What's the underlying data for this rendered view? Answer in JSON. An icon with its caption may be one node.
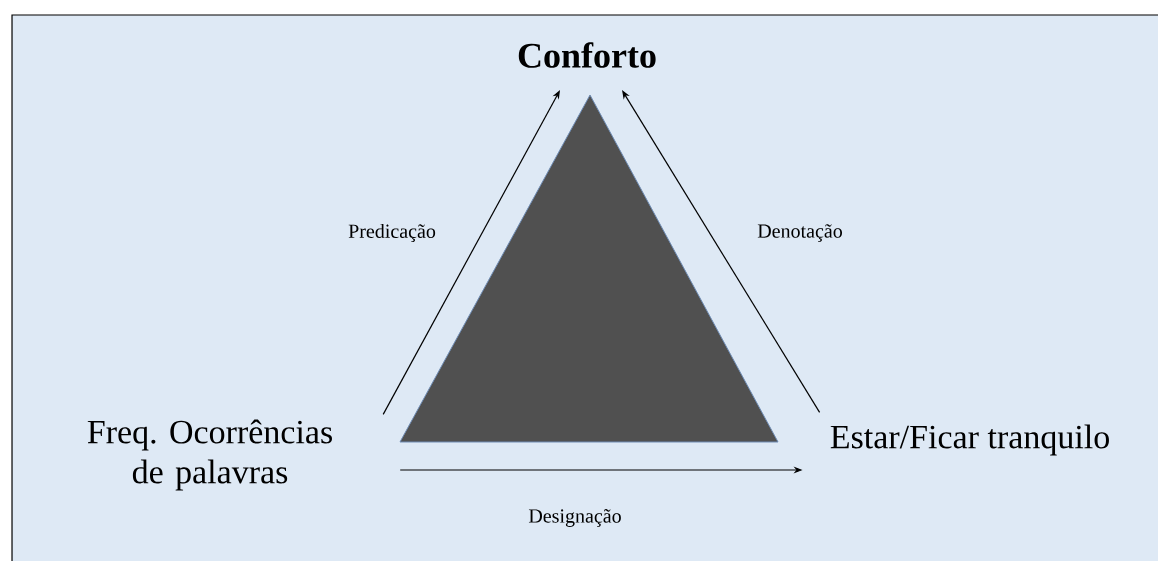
{
  "diagram": {
    "nodes": [
      {
        "text": [
          "Conforto"
        ]
      },
      {
        "text": [
          "Freq. Ocorrências de palavras"
        ]
      },
      {
        "text": [
          "Estar/Ficar tranquilo"
        ]
      }
    ],
    "edges": [
      {
        "from": 1,
        "to": 0,
        "arrow": "to",
        "label": "Predicação"
      },
      {
        "from": 2,
        "to": 0,
        "arrow": "to",
        "label": "Denotação"
      },
      {
        "from": 1,
        "to": 2,
        "arrow": "to",
        "label": "Designação"
      }
    ]
  }
}
